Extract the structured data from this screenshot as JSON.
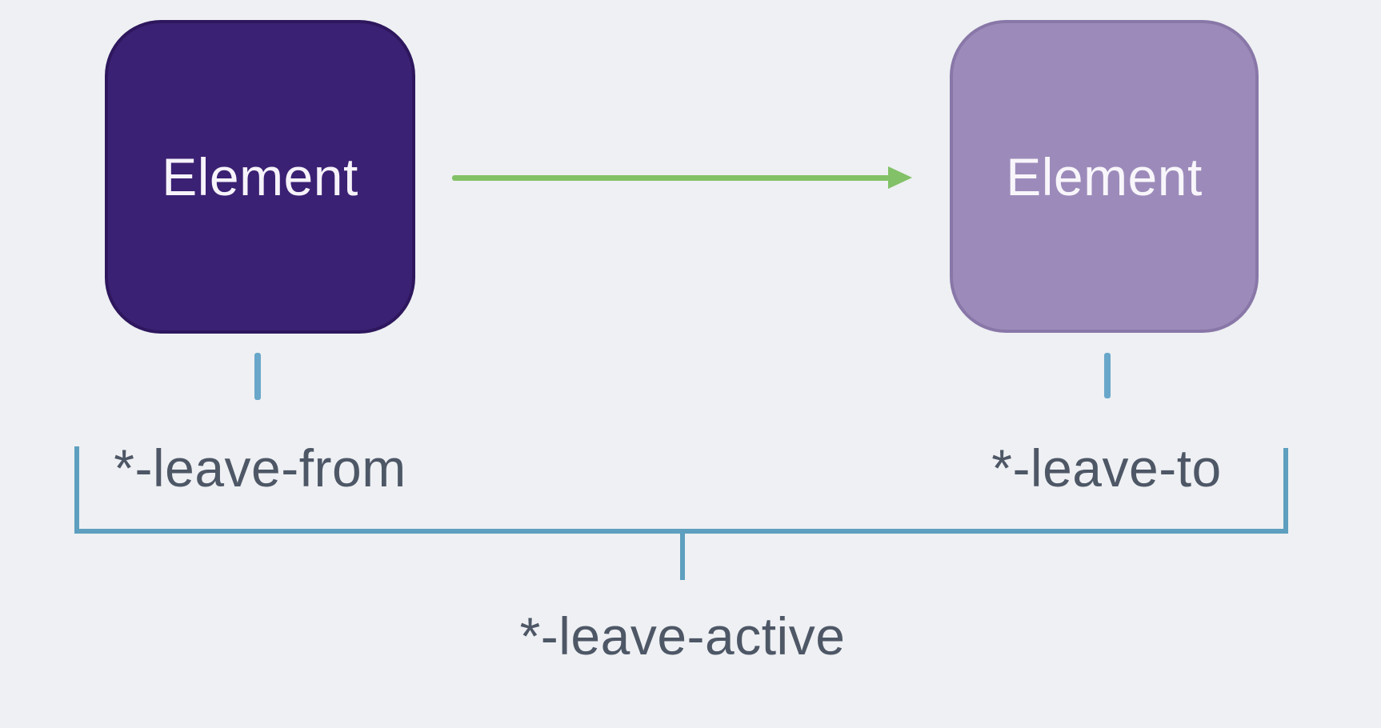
{
  "diagram": {
    "title_implicit": "transition leave classes diagram",
    "background_color": "#eef0f3",
    "boxes": {
      "from": {
        "label": "Element",
        "fill": "#3b2173",
        "text_color": "#f6f3fa"
      },
      "to": {
        "label": "Element",
        "fill": "#9c8bba",
        "text_color": "#f8f6fb"
      }
    },
    "arrow": {
      "color": "#82c167",
      "direction": "left-to-right"
    },
    "connector": {
      "color": "#68a7ca"
    },
    "bracket": {
      "color": "#5e9fbf"
    },
    "labels": {
      "leave_from": {
        "text": "*-leave-from",
        "color": "#4e5766"
      },
      "leave_to": {
        "text": "*-leave-to",
        "color": "#4e5766"
      },
      "leave_active": {
        "text": "*-leave-active",
        "color": "#4e5766"
      }
    }
  }
}
